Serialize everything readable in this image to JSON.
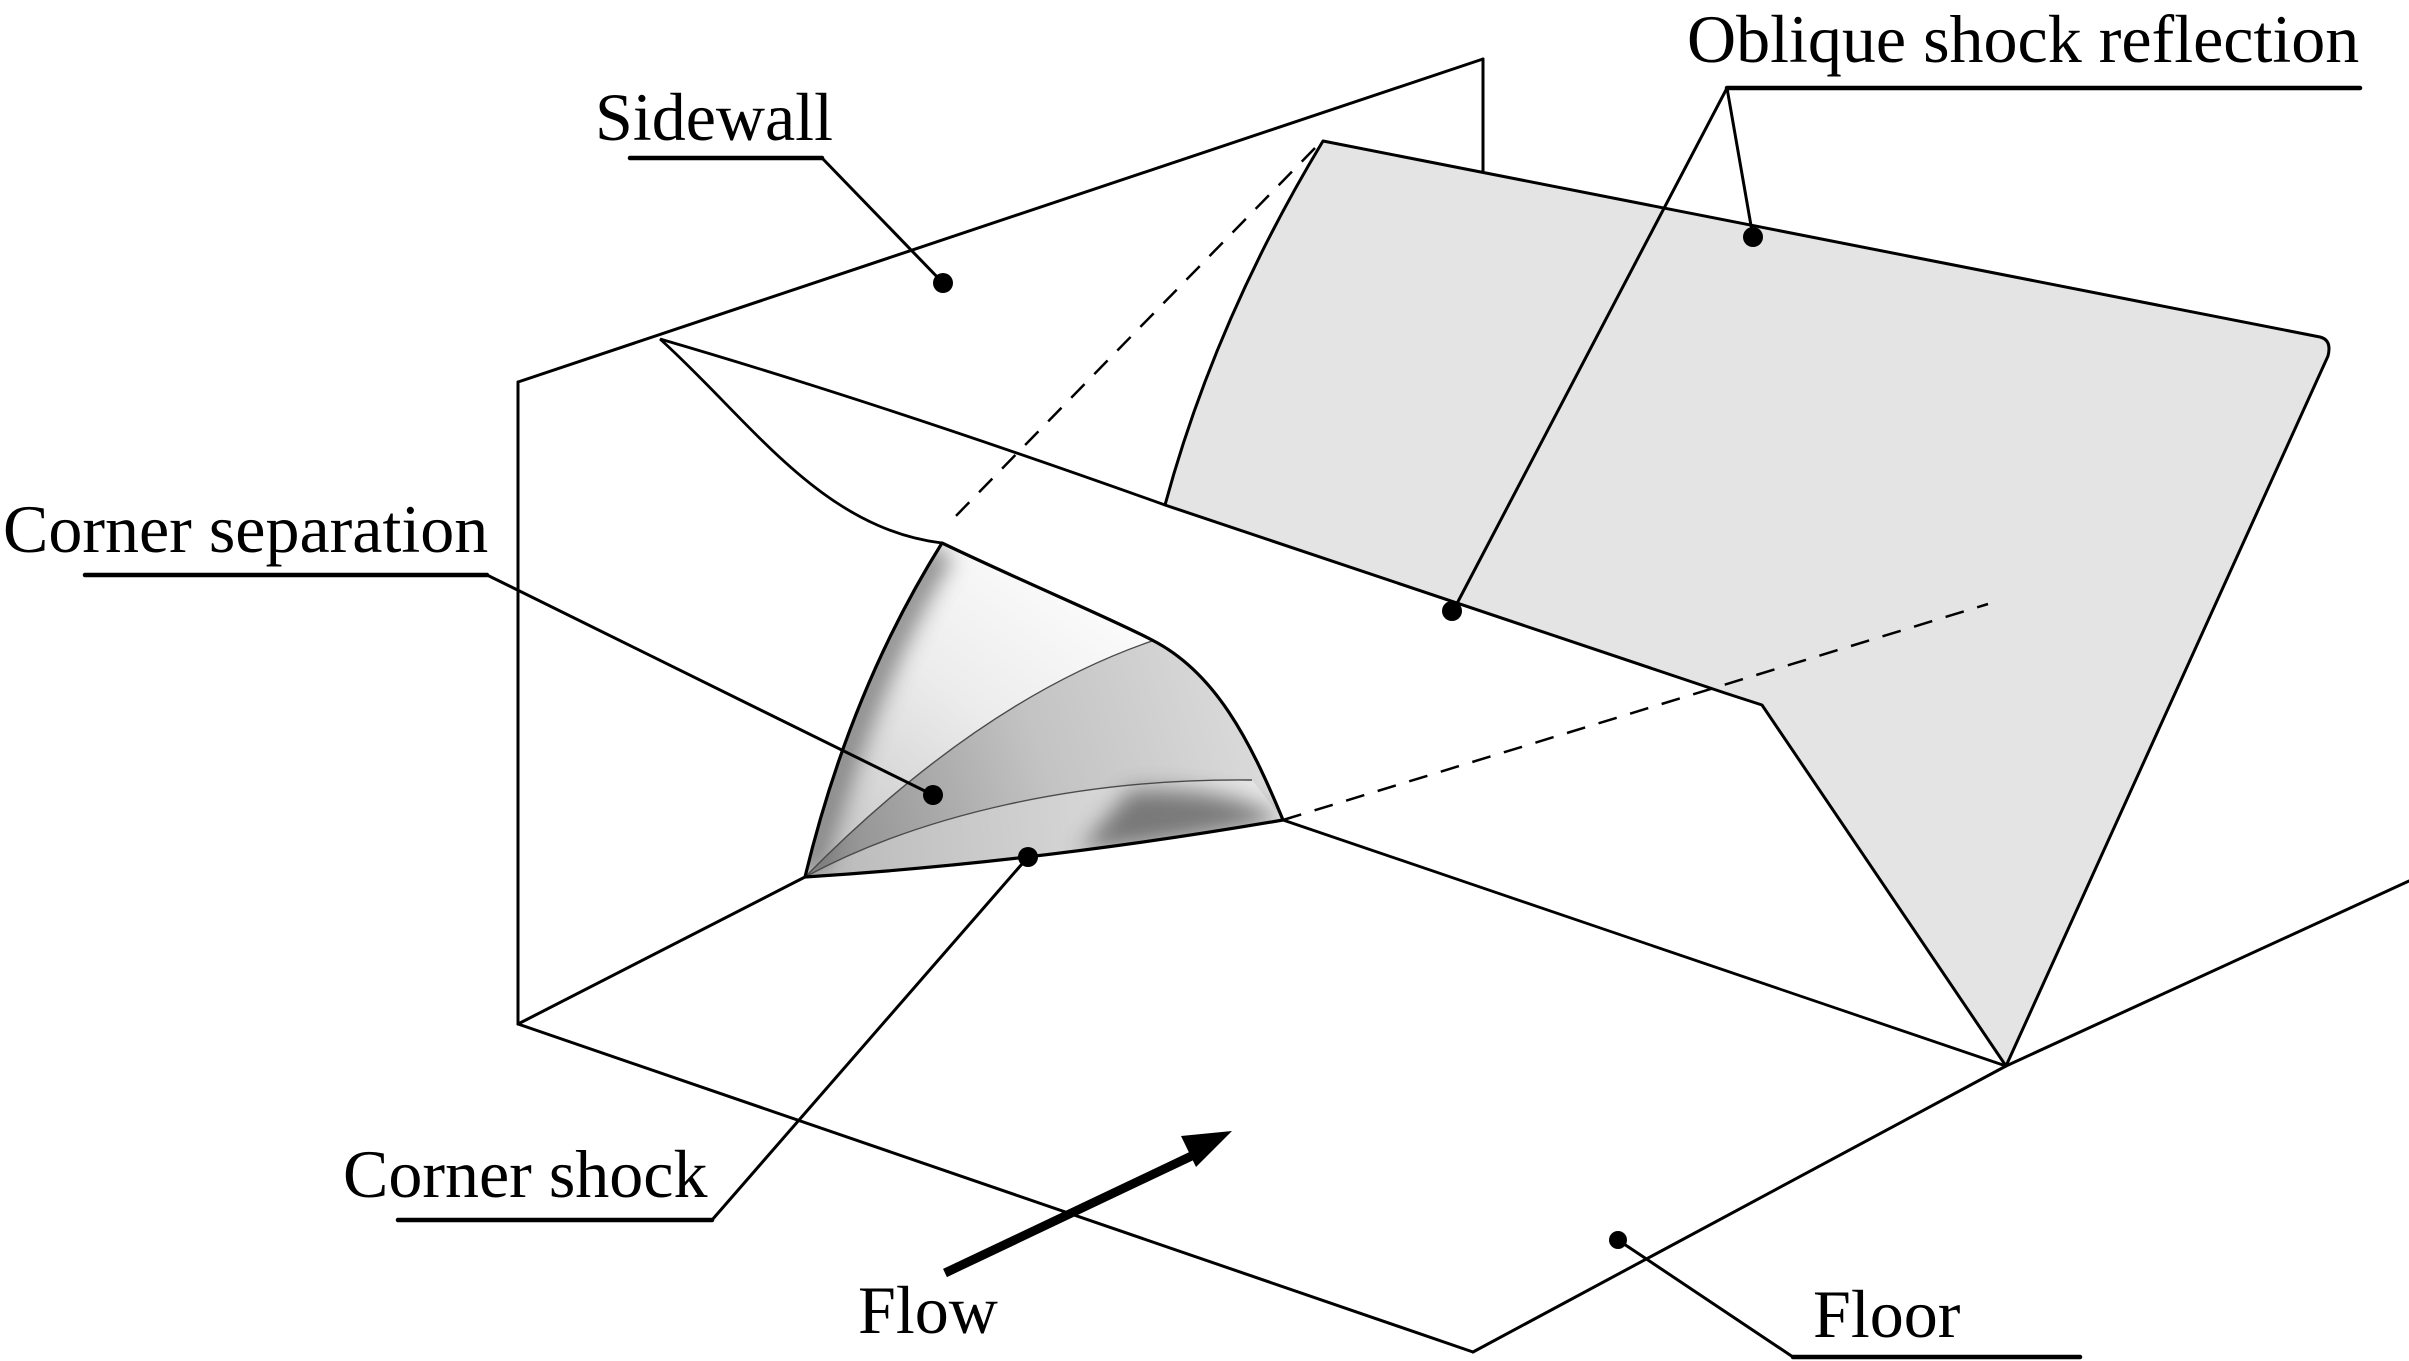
{
  "diagram": {
    "type": "schematic",
    "subject": "Oblique shock reflection with corner separation in a rectangular duct",
    "background_color": "#ffffff",
    "line_color": "#000000",
    "sheet_fill_color": "#e4e4e4",
    "labels": {
      "sidewall": "Sidewall",
      "oblique_shock_reflection": "Oblique shock reflection",
      "corner_separation": "Corner separation",
      "corner_shock": "Corner shock",
      "flow": "Flow",
      "floor": "Floor"
    }
  }
}
